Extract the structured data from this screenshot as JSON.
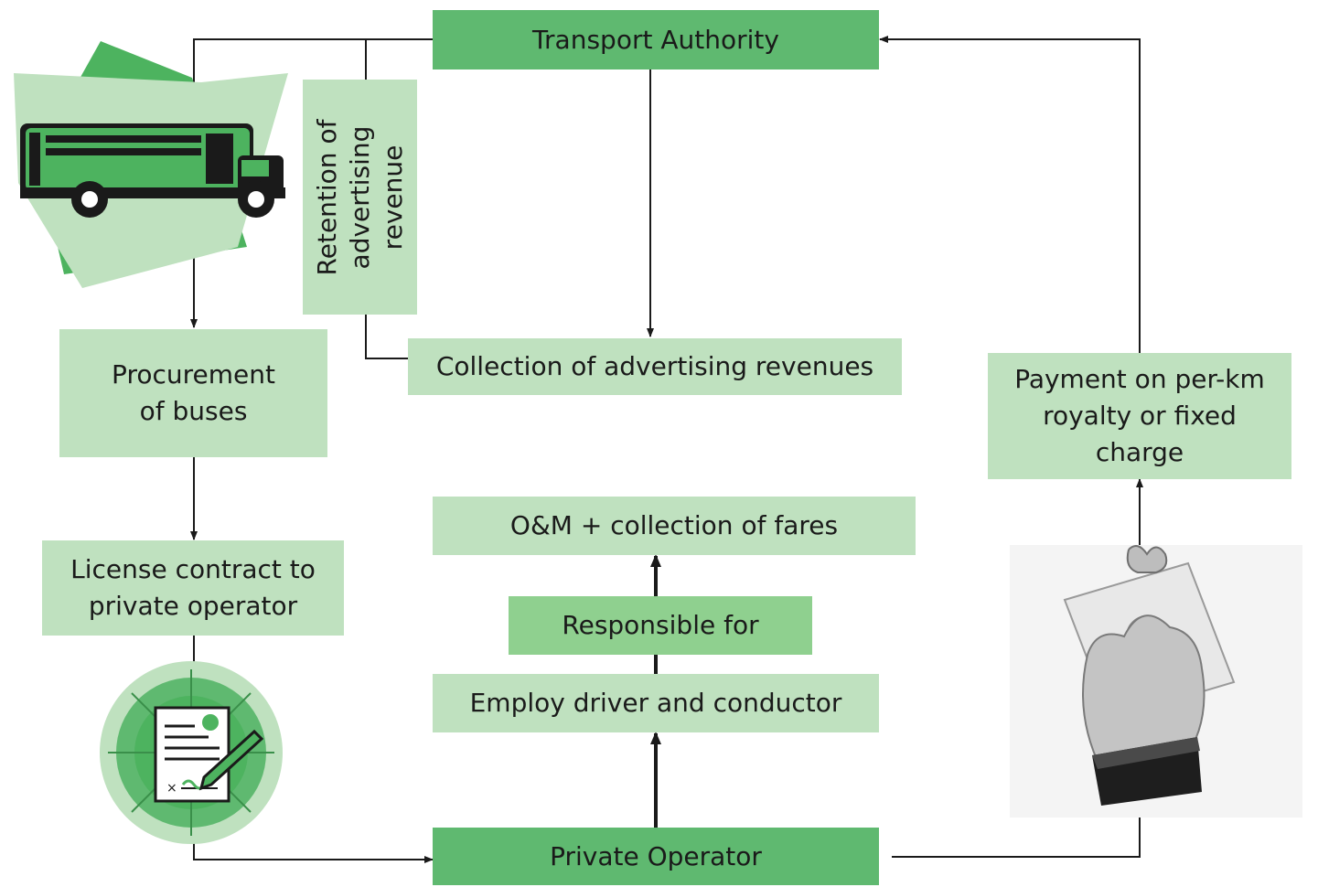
{
  "diagram": {
    "transport_authority": "Transport Authority",
    "retention_label": "Retention of advertising revenue",
    "collection_ads": "Collection of advertising revenues",
    "procurement": "Procurement of buses",
    "license_contract": "License contract to private operator",
    "payment": "Payment on per-km royalty or fixed charge",
    "om_fares": "O&M + collection of fares",
    "responsible": "Responsible for",
    "employ": "Employ driver and conductor",
    "private_operator": "Private Operator"
  },
  "icons": {
    "bus": "school-bus-icon",
    "contract": "signed-contract-icon",
    "payment": "hand-holding-money-icon"
  },
  "colors": {
    "dark_green": "#5fb970",
    "light_green": "#bfe1bf",
    "mid_green": "#8fd08f",
    "line": "#1a1a1a"
  }
}
